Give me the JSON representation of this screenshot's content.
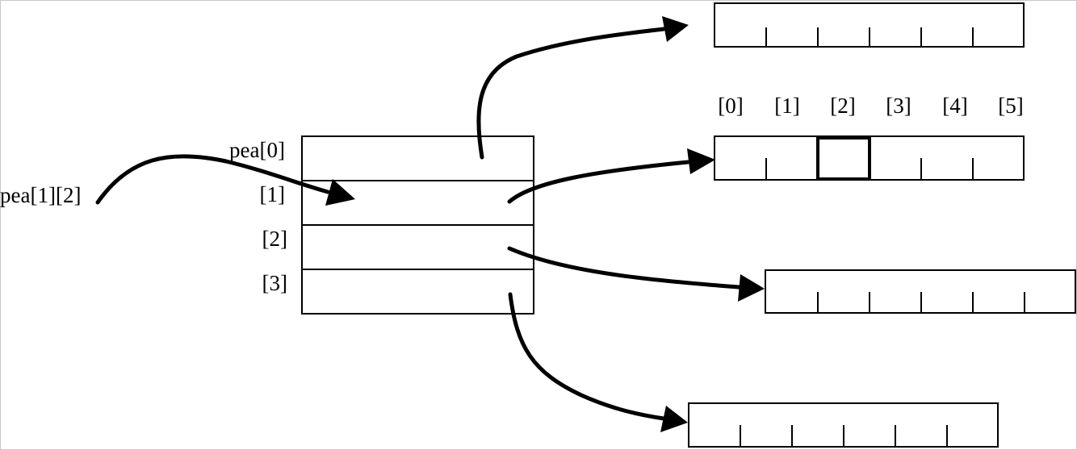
{
  "pointer_array": {
    "label": "pea[0]",
    "index_labels": [
      "[1]",
      "[2]",
      "[3]"
    ]
  },
  "element_label": "pea[1][2]",
  "column_labels": [
    "[0]",
    "[1]",
    "[2]",
    "[3]",
    "[4]",
    "[5]"
  ],
  "sub_arrays": {
    "count": 4,
    "cells_per_array": 6,
    "highlighted": {
      "array": 1,
      "cell": 2
    }
  }
}
